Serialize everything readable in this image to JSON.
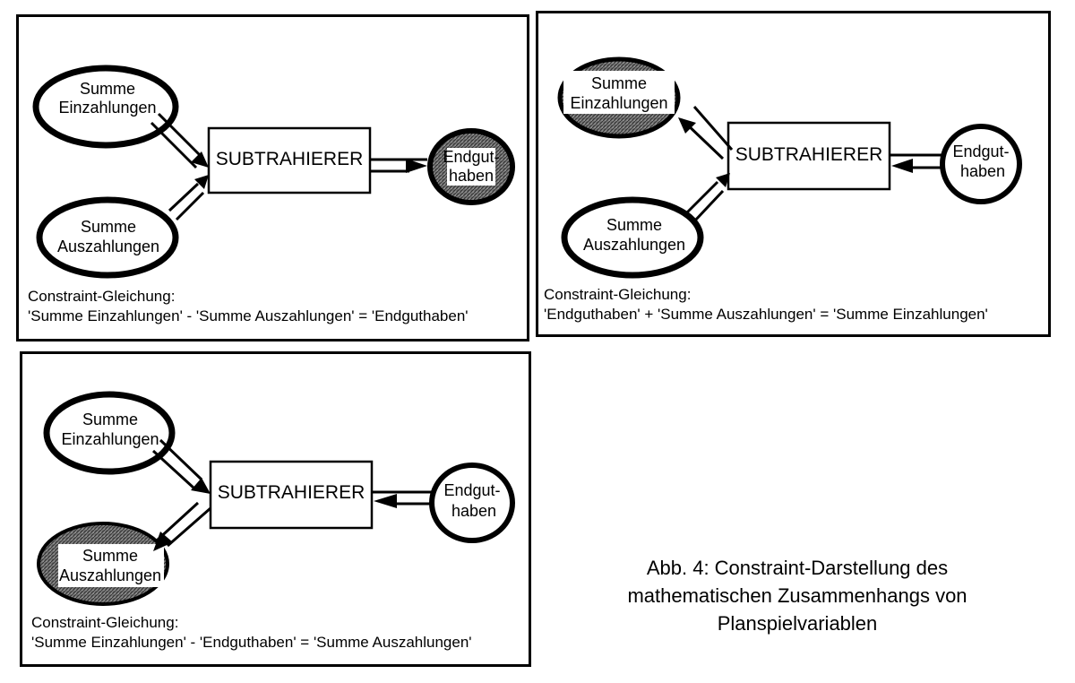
{
  "panels": [
    {
      "box": "SUBTRAHIERER",
      "einzahlungen": [
        "Summe",
        "Einzahlungen"
      ],
      "auszahlungen": [
        "Summe",
        "Auszahlungen"
      ],
      "endguthaben": [
        "Endgut-",
        "haben"
      ],
      "computed_node": "Endguthaben",
      "constraint_title": "Constraint-Gleichung:",
      "constraint_equation": "'Summe Einzahlungen' - 'Summe Auszahlungen' = 'Endguthaben'"
    },
    {
      "box": "SUBTRAHIERER",
      "einzahlungen": [
        "Summe",
        "Einzahlungen"
      ],
      "auszahlungen": [
        "Summe",
        "Auszahlungen"
      ],
      "endguthaben": [
        "Endgut-",
        "haben"
      ],
      "computed_node": "Summe Einzahlungen",
      "constraint_title": "Constraint-Gleichung:",
      "constraint_equation": "'Endguthaben' + 'Summe Auszahlungen' = 'Summe Einzahlungen'"
    },
    {
      "box": "SUBTRAHIERER",
      "einzahlungen": [
        "Summe",
        "Einzahlungen"
      ],
      "auszahlungen": [
        "Summe",
        "Auszahlungen"
      ],
      "endguthaben": [
        "Endgut-",
        "haben"
      ],
      "computed_node": "Summe Auszahlungen",
      "constraint_title": "Constraint-Gleichung:",
      "constraint_equation": "'Summe Einzahlungen' - 'Endguthaben' = 'Summe Auszahlungen'"
    }
  ],
  "caption": [
    "Abb. 4: Constraint-Darstellung des",
    "mathematischen Zusammenhangs von",
    "Planspielvariablen"
  ],
  "colors": {
    "stroke": "#000000",
    "computed_fill": "#6b6b6b",
    "label_bg": "#ffffff"
  }
}
